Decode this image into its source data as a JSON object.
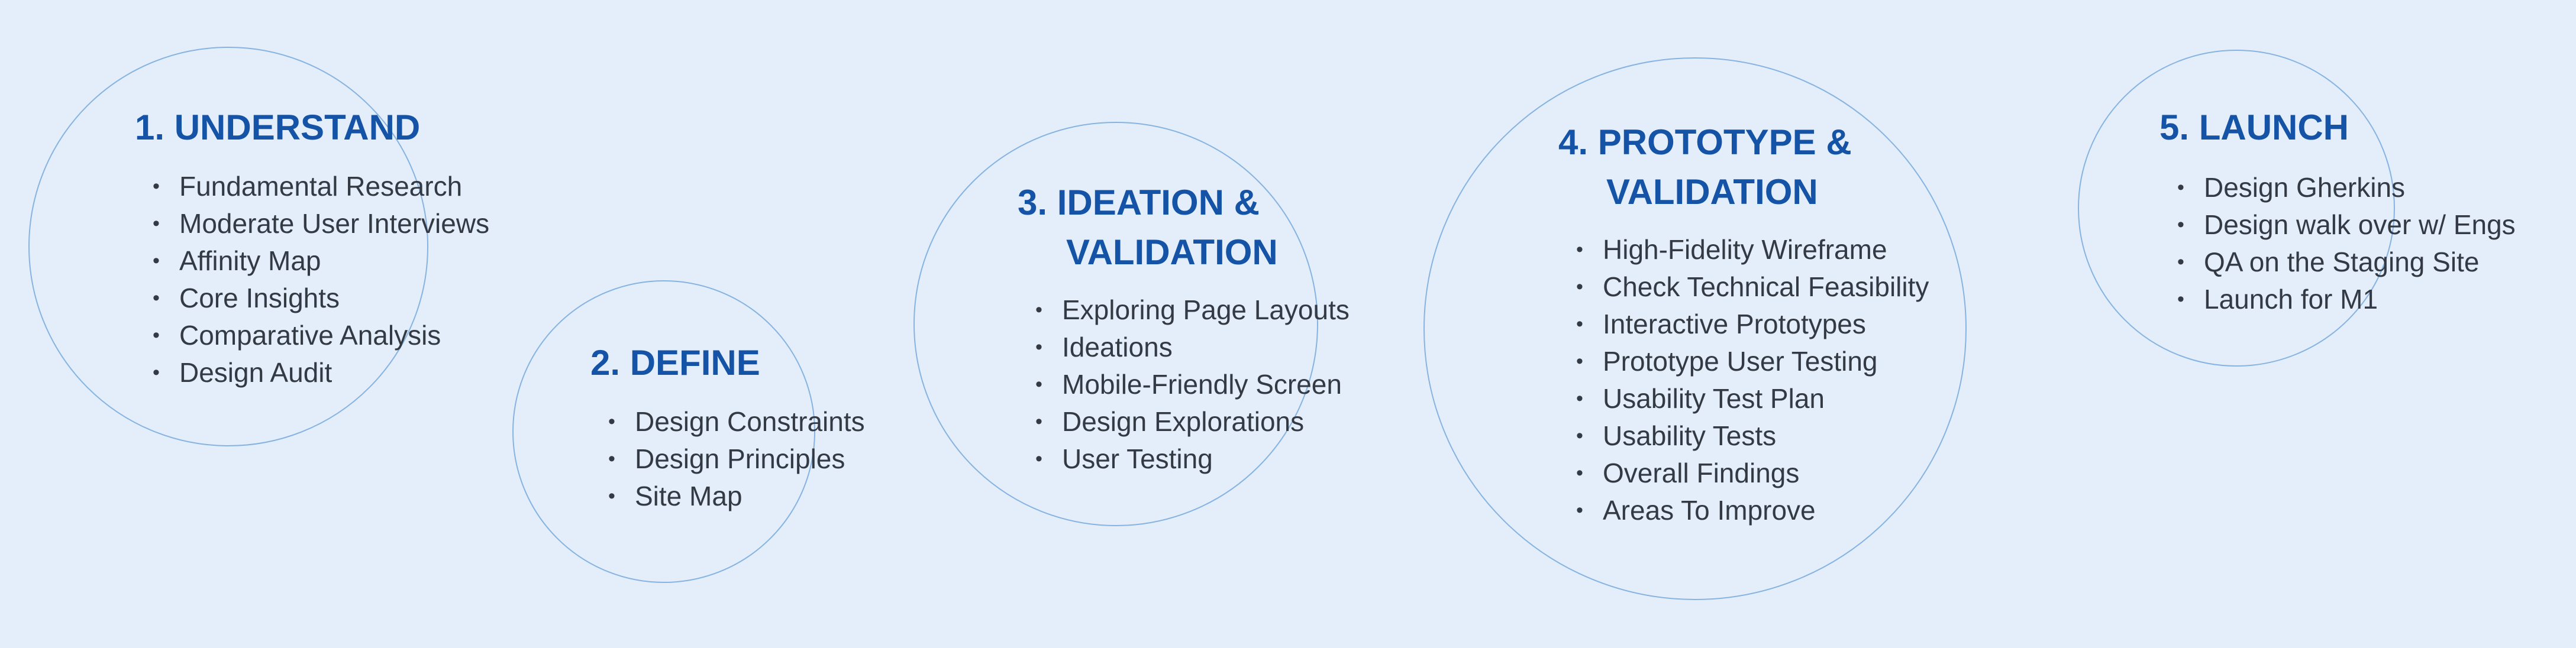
{
  "stages": [
    {
      "title": "1. UNDERSTAND",
      "items": [
        "Fundamental Research",
        "Moderate User Interviews",
        "Affinity Map",
        "Core Insights",
        "Comparative Analysis",
        "Design Audit"
      ]
    },
    {
      "title": "2. DEFINE",
      "items": [
        "Design Constraints",
        "Design Principles",
        "Site Map"
      ]
    },
    {
      "title_line1": "3. IDEATION &",
      "title_line2": "VALIDATION",
      "items": [
        "Exploring Page Layouts",
        "Ideations",
        "Mobile-Friendly Screen",
        "Design Explorations",
        "User Testing"
      ]
    },
    {
      "title_line1": "4. PROTOTYPE &",
      "title_line2": "VALIDATION",
      "items": [
        "High-Fidelity Wireframe",
        "Check Technical Feasibility",
        "Interactive Prototypes",
        "Prototype User Testing",
        "Usability Test Plan",
        "Usability Tests",
        "Overall Findings",
        "Areas To Improve"
      ]
    },
    {
      "title": "5. LAUNCH",
      "items": [
        "Design Gherkins",
        "Design walk over w/ Engs",
        "QA on the Staging Site",
        "Launch for M1"
      ]
    }
  ],
  "colors": {
    "background": "#e3eefa",
    "circle_stroke": "#86b3e0",
    "title": "#1553a6",
    "text": "#333a44"
  }
}
